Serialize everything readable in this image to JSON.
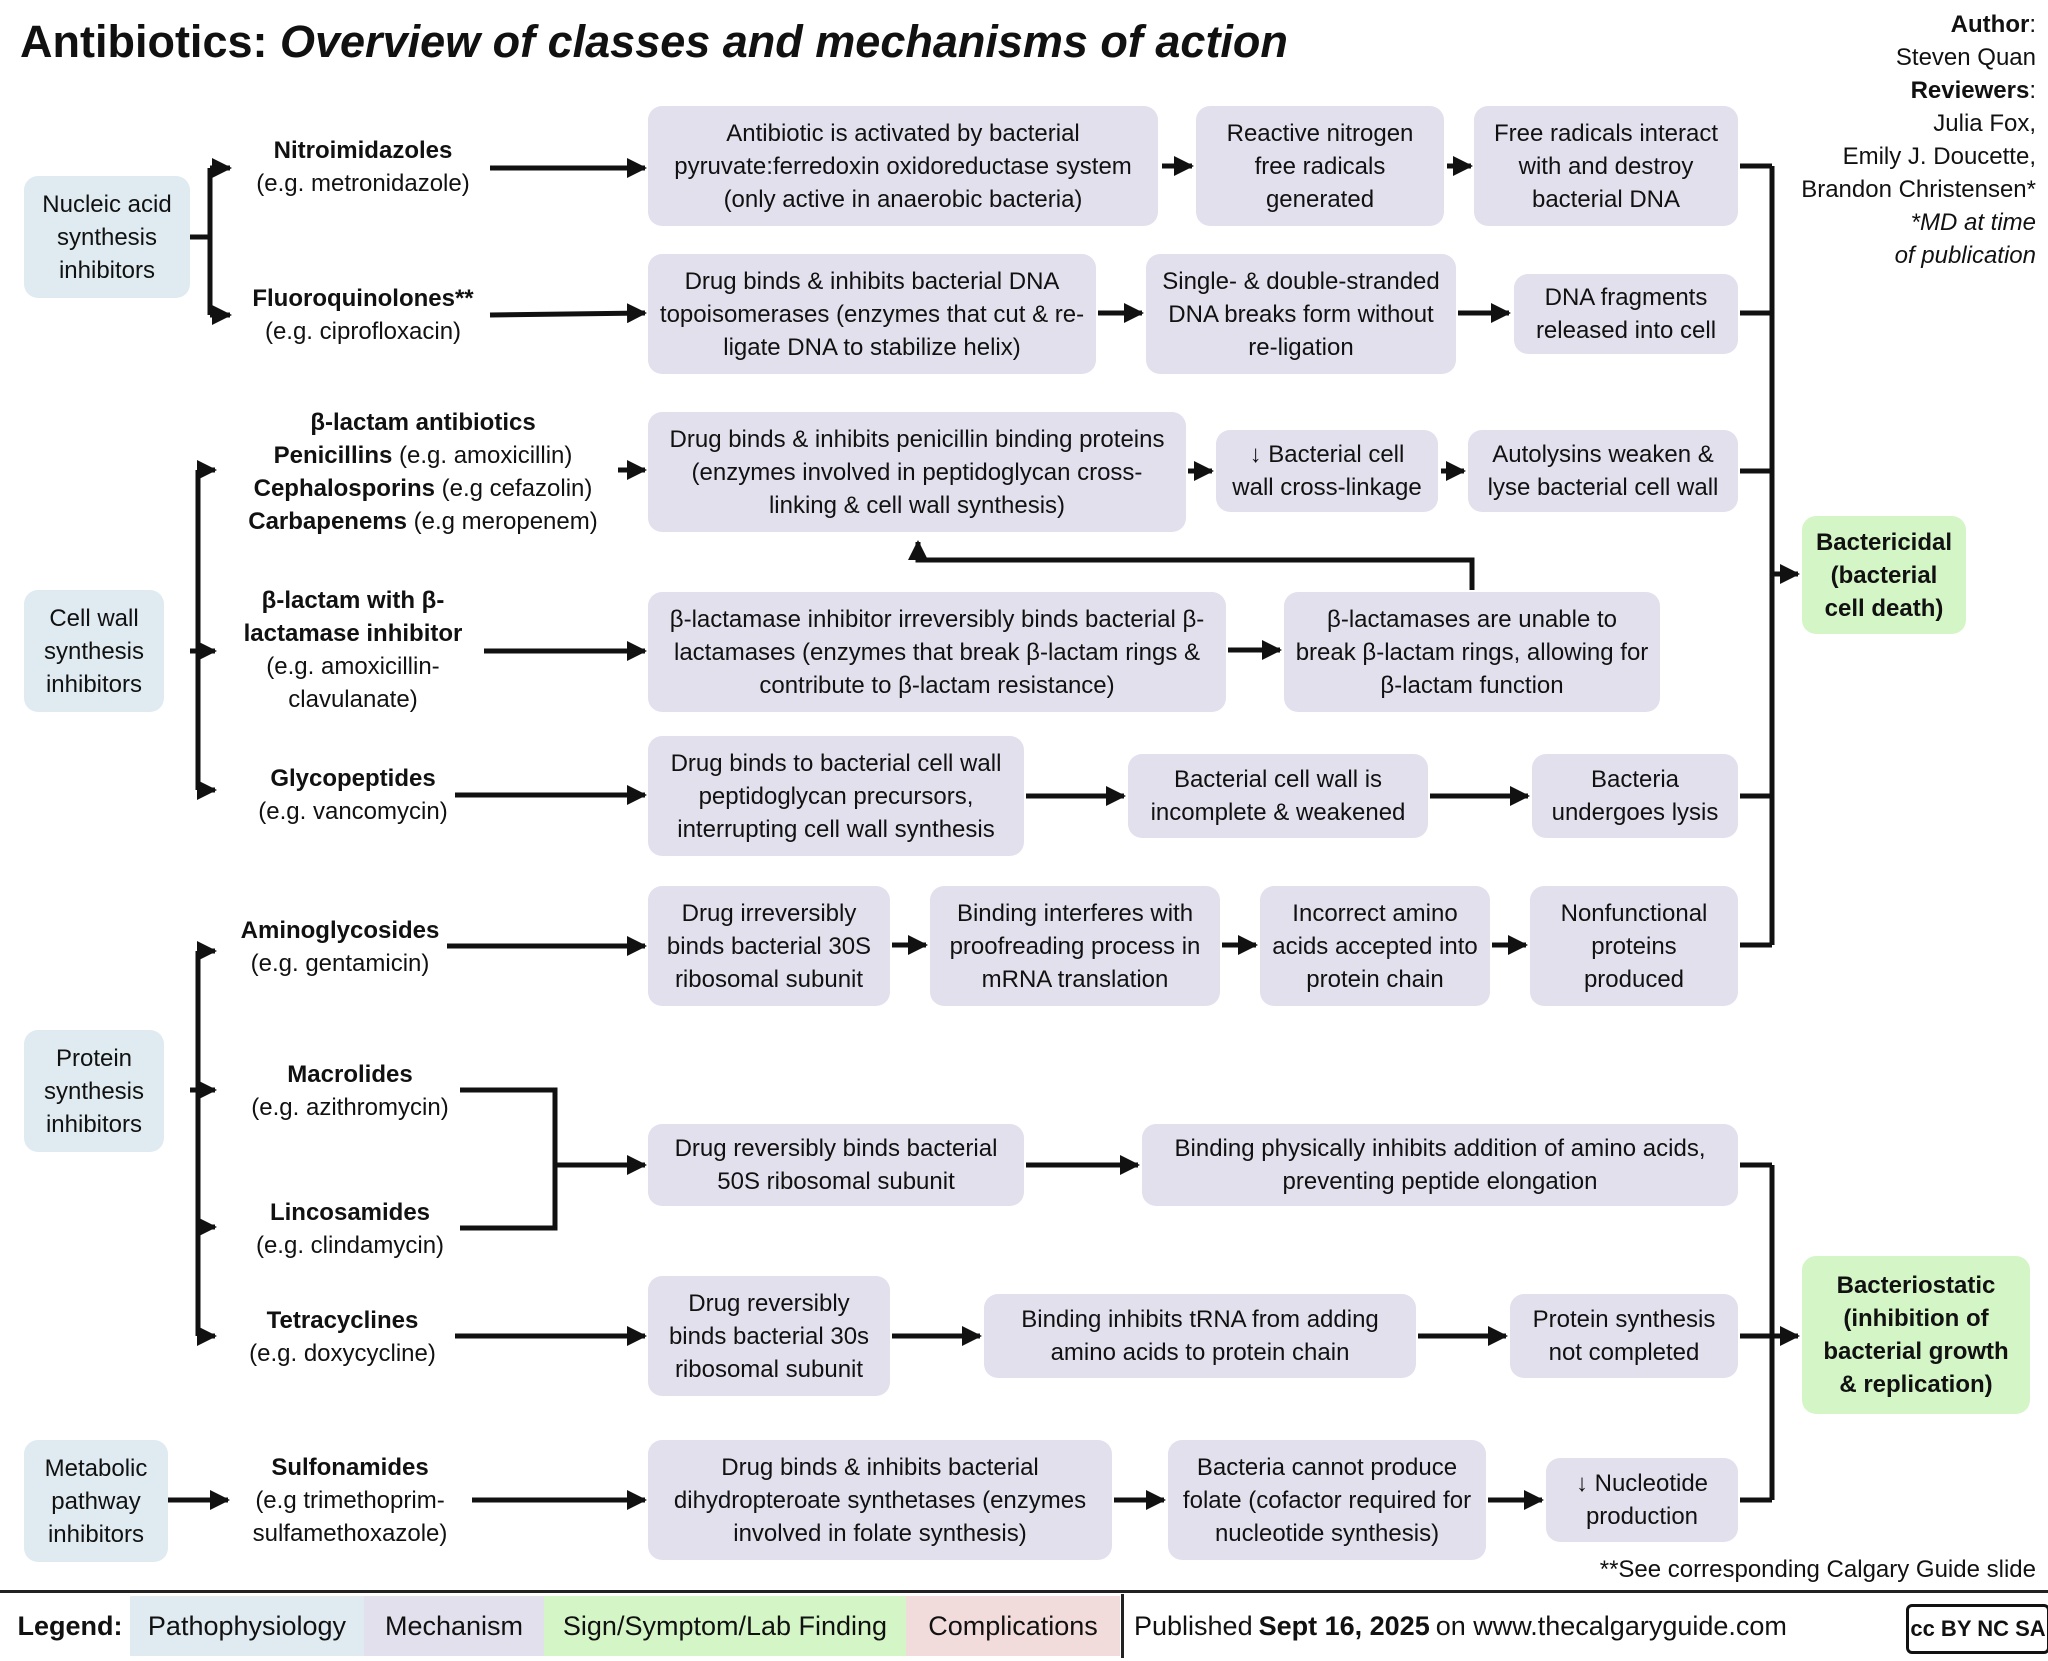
{
  "title": {
    "main": "Antibiotics:",
    "sub": "Overview of classes and mechanisms of action"
  },
  "author": {
    "author_label": "Author",
    "author_name": "Steven Quan",
    "reviewers_label": "Reviewers",
    "reviewers": [
      "Julia Fox,",
      "Emily J. Doucette,",
      "Brandon Christensen*"
    ],
    "md_note": [
      "*MD at time",
      "of publication"
    ]
  },
  "categories": {
    "nucleic": "Nucleic acid synthesis inhibitors",
    "cellwall": "Cell wall synthesis inhibitors",
    "protein": "Protein synthesis inhibitors",
    "metabolic": "Metabolic pathway inhibitors"
  },
  "classes": {
    "nitro": {
      "name": "Nitroimidazoles",
      "ex": "(e.g. metronidazole)"
    },
    "fluoro": {
      "name": "Fluoroquinolones**",
      "ex": "(e.g. ciprofloxacin)"
    },
    "blactam": {
      "heading": "β-lactam antibiotics",
      "l1b": "Penicillins",
      "l1": " (e.g. amoxicillin)",
      "l2b": "Cephalosporins",
      "l2": " (e.g cefazolin)",
      "l3b": "Carbapenems",
      "l3": " (e.g meropenem)"
    },
    "blinh": {
      "name1": "β-lactam with β-",
      "name2": "lactamase inhibitor",
      "ex1": "(e.g. amoxicillin-",
      "ex2": "clavulanate)"
    },
    "glyco": {
      "name": "Glycopeptides",
      "ex": "(e.g. vancomycin)"
    },
    "amino": {
      "name": "Aminoglycosides",
      "ex": "(e.g. gentamicin)"
    },
    "macro": {
      "name": "Macrolides",
      "ex": "(e.g. azithromycin)"
    },
    "linco": {
      "name": "Lincosamides",
      "ex": "(e.g. clindamycin)"
    },
    "tetra": {
      "name": "Tetracyclines",
      "ex": "(e.g. doxycycline)"
    },
    "sulfa": {
      "name": "Sulfonamides",
      "ex1": "(e.g trimethoprim-",
      "ex2": "sulfamethoxazole)"
    }
  },
  "mechanisms": {
    "nitro1": "Antibiotic is activated by bacterial pyruvate:ferredoxin oxidoreductase system (only active in anaerobic bacteria)",
    "nitro2": "Reactive nitrogen free radicals generated",
    "nitro3": "Free radicals interact with and destroy bacterial DNA",
    "fluoro1": "Drug binds & inhibits bacterial DNA topoisomerases (enzymes that cut & re-ligate DNA to stabilize helix)",
    "fluoro2": "Single- & double-stranded DNA breaks form without re-ligation",
    "fluoro3": "DNA fragments released into cell",
    "blac1": "Drug binds & inhibits penicillin binding proteins (enzymes involved in peptidoglycan cross-linking & cell wall synthesis)",
    "blac2": "↓ Bacterial cell wall cross-linkage",
    "blac3": "Autolysins weaken & lyse bacterial cell wall",
    "blinh1": "β-lactamase inhibitor irreversibly binds bacterial β-lactamases (enzymes that break β-lactam rings & contribute to β-lactam resistance)",
    "blinh2": "β-lactamases are unable to break β-lactam rings, allowing for β-lactam function",
    "glyco1": "Drug binds to bacterial cell wall peptidoglycan precursors, interrupting cell wall synthesis",
    "glyco2": "Bacterial cell wall is incomplete & weakened",
    "glyco3": "Bacteria undergoes lysis",
    "amino1": "Drug irreversibly binds bacterial 30S ribosomal subunit",
    "amino2": "Binding interferes with proofreading process in mRNA translation",
    "amino3": "Incorrect amino acids accepted into protein chain",
    "amino4": "Nonfunctional proteins produced",
    "macro1": "Drug reversibly binds bacterial 50S ribosomal subunit",
    "macro2": "Binding physically inhibits addition of amino acids, preventing peptide elongation",
    "tetra1": "Drug reversibly binds bacterial 30s ribosomal subunit",
    "tetra2": "Binding inhibits tRNA from adding amino acids to protein chain",
    "tetra3": "Protein synthesis not completed",
    "sulfa1": "Drug binds & inhibits bacterial dihydropteroate synthetases (enzymes involved in folate synthesis)",
    "sulfa2": "Bacteria cannot produce folate (cofactor required for nucleotide synthesis)",
    "sulfa3": "↓ Nucleotide production"
  },
  "outcomes": {
    "bactericidal": "Bactericidal (bacterial cell death)",
    "bacteriostatic": "Bacteriostatic (inhibition of bacterial growth & replication)"
  },
  "see_note": "**See corresponding Calgary Guide slide",
  "legend": {
    "label": "Legend:",
    "items": [
      "Pathophysiology",
      "Mechanism",
      "Sign/Symptom/Lab Finding",
      "Complications"
    ],
    "colors": [
      "#dfebf1",
      "#e2e0ec",
      "#d4f6c6",
      "#f2dcdb"
    ]
  },
  "published": {
    "prefix": "Published ",
    "date": "Sept 16, 2025",
    "suffix": " on www.thecalgaryguide.com"
  },
  "license": "cc BY NC SA"
}
